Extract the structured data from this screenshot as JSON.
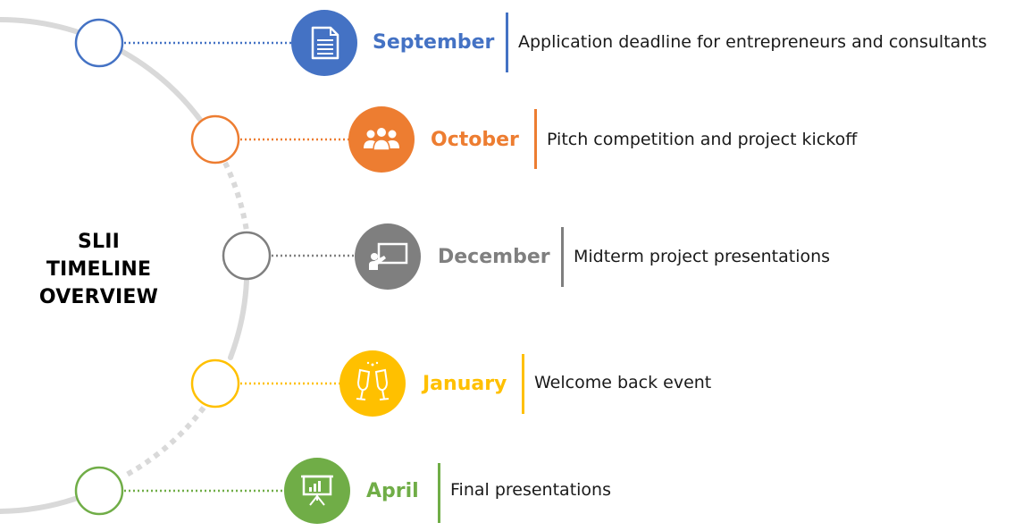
{
  "title": {
    "line1": "SLII",
    "line2": "TIMELINE",
    "line3": "OVERVIEW"
  },
  "colors": {
    "september": "#4472c4",
    "october": "#ed7d31",
    "december": "#7f7f7f",
    "january": "#ffc000",
    "april": "#70ad47",
    "arc": "#d9d9d9"
  },
  "milestones": [
    {
      "month": "September",
      "description": "Application deadline for entrepreneurs and consultants",
      "icon": "document-icon"
    },
    {
      "month": "October",
      "description": "Pitch competition and project kickoff",
      "icon": "group-icon"
    },
    {
      "month": "December",
      "description": "Midterm project presentations",
      "icon": "presenter-icon"
    },
    {
      "month": "January",
      "description": "Welcome back event",
      "icon": "champagne-icon"
    },
    {
      "month": "April",
      "description": "Final presentations",
      "icon": "chart-board-icon"
    }
  ]
}
